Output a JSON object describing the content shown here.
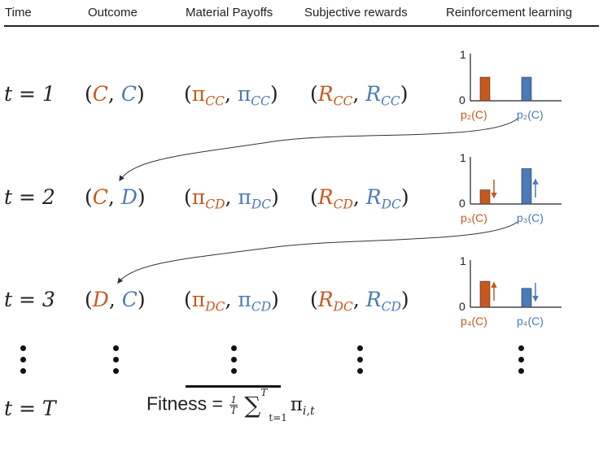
{
  "headers": {
    "time": "Time",
    "outcome": "Outcome",
    "payoffs": "Material Payoffs",
    "rewards": "Subjective rewards",
    "rl": "Reinforcement learning"
  },
  "colors": {
    "player1": "#c8581e",
    "player2": "#4a7ab8"
  },
  "rows": [
    {
      "time": "t = 1",
      "outcome": [
        "C",
        "C"
      ],
      "payoff_subs": [
        "CC",
        "CC"
      ],
      "reward_subs": [
        "CC",
        "CC"
      ],
      "chart": {
        "p1": 0.5,
        "p2": 0.5,
        "arrow1": "none",
        "arrow2": "none",
        "label1": "p₂(C)",
        "label2": "p₂(C)"
      }
    },
    {
      "time": "t = 2",
      "outcome": [
        "C",
        "D"
      ],
      "payoff_subs": [
        "CD",
        "DC"
      ],
      "reward_subs": [
        "CD",
        "DC"
      ],
      "chart": {
        "p1": 0.3,
        "p2": 0.75,
        "arrow1": "down",
        "arrow2": "up",
        "label1": "p₃(C)",
        "label2": "p₃(C)"
      }
    },
    {
      "time": "t = 3",
      "outcome": [
        "D",
        "C"
      ],
      "payoff_subs": [
        "DC",
        "CD"
      ],
      "reward_subs": [
        "DC",
        "CD"
      ],
      "chart": {
        "p1": 0.55,
        "p2": 0.4,
        "arrow1": "up",
        "arrow2": "down",
        "label1": "p₄(C)",
        "label2": "p₄(C)"
      }
    }
  ],
  "axis": {
    "max": "1",
    "min": "0"
  },
  "final_time": "t = T",
  "fitness": {
    "label": "Fitness",
    "frac_num": "1",
    "frac_den": "T",
    "sum_upper": "T",
    "sum_lower": "t=1",
    "term": "π",
    "term_sub": "i,t"
  }
}
